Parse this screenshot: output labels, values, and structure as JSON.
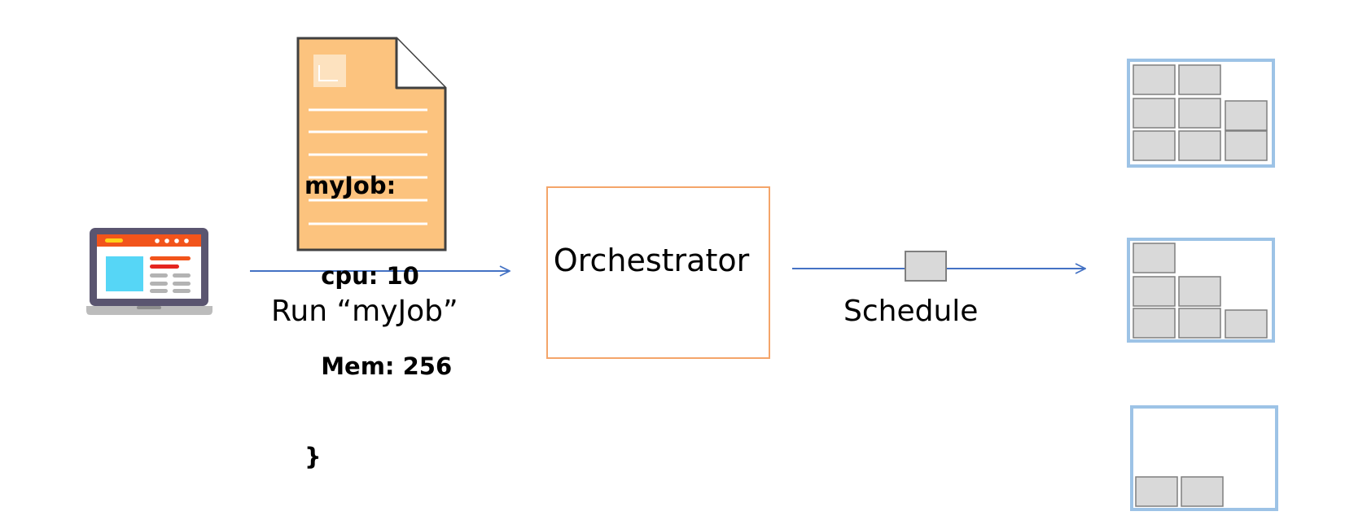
{
  "job_file": {
    "lines": [
      "myJob:",
      "  cpu: 10",
      "  Mem: 256",
      "}"
    ]
  },
  "run_label": "Run “myJob”",
  "orchestrator_label": "Orchestrator",
  "schedule_label": "Schedule",
  "colors": {
    "document_fill": "#fcc37e",
    "document_stroke": "#404040",
    "orchestrator_border": "#f4a56a",
    "arrow": "#4472c4",
    "node_border": "#9dc3e6",
    "slot_fill": "#d9d9d9",
    "slot_stroke": "#7f7f7f",
    "laptop_body": "#5a5570",
    "laptop_header": "#f2541b",
    "laptop_panel": "#56d6f6"
  }
}
